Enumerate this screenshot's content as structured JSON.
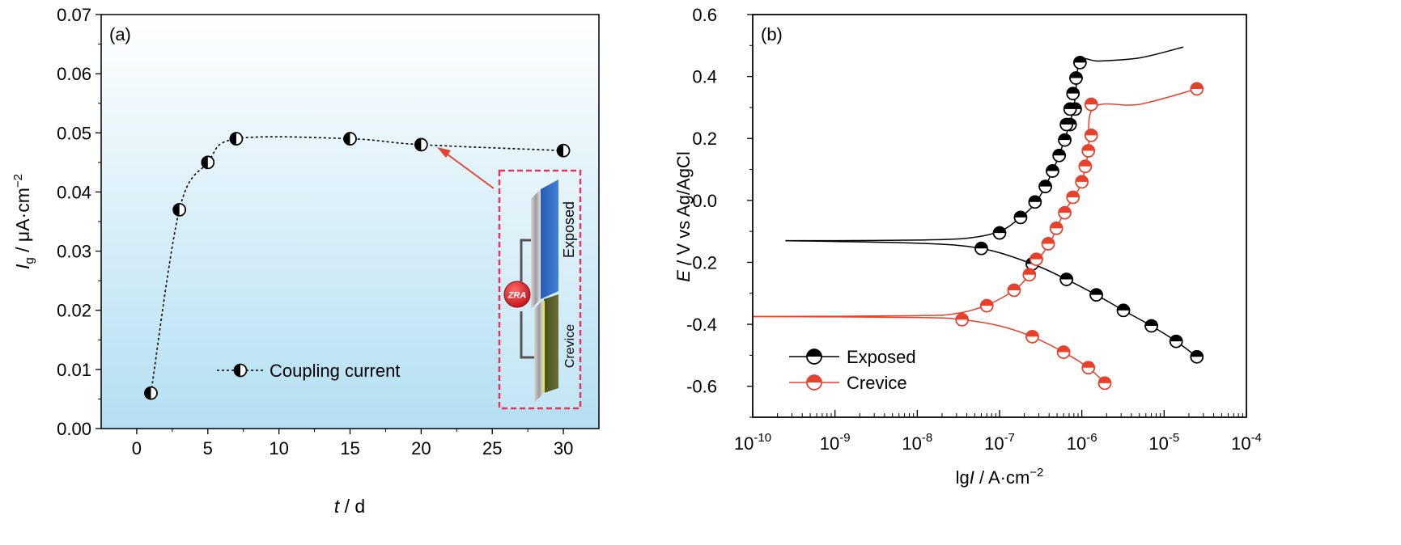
{
  "chart_data": [
    {
      "panel_label": "(a)",
      "type": "line",
      "xlabel_var": "t",
      "xlabel_unit": " / d",
      "ylabel_var": "I",
      "ylabel_sub": "g",
      "ylabel_unit": " / μA·cm",
      "ylabel_sup": "−2",
      "xlim": [
        -2.5,
        32.5
      ],
      "ylim": [
        0,
        0.07
      ],
      "xticks": [
        0,
        5,
        10,
        15,
        20,
        25,
        30
      ],
      "yticks": [
        "0.00",
        "0.01",
        "0.02",
        "0.03",
        "0.04",
        "0.05",
        "0.06",
        "0.07"
      ],
      "series": [
        {
          "name": "Coupling current",
          "x": [
            1,
            3,
            5,
            7,
            15,
            20,
            30
          ],
          "y": [
            0.006,
            0.037,
            0.045,
            0.049,
            0.049,
            0.048,
            0.047
          ]
        }
      ],
      "inset": {
        "label_exposed": "Exposed",
        "label_crevice": "Crevice",
        "zra": "ZRA"
      },
      "background": {
        "top": "#ffffff",
        "bottom": "#b3dff2"
      }
    },
    {
      "panel_label": "(b)",
      "type": "line",
      "x_scale": "log",
      "xlabel_pre": "lg",
      "xlabel_var": "I",
      "xlabel_unit": " / A·cm",
      "xlabel_sup": "−2",
      "ylabel_var": "E",
      "ylabel_unit": " / V vs Ag/AgCl",
      "xlim": [
        1e-10,
        0.0001
      ],
      "ylim": [
        -0.7,
        0.6
      ],
      "xticks": [
        {
          "base": "10",
          "exp": "-10"
        },
        {
          "base": "10",
          "exp": "-9"
        },
        {
          "base": "10",
          "exp": "-8"
        },
        {
          "base": "10",
          "exp": "-7"
        },
        {
          "base": "10",
          "exp": "-6"
        },
        {
          "base": "10",
          "exp": "-5"
        },
        {
          "base": "10",
          "exp": "-4"
        }
      ],
      "yticks": [
        "-0.6",
        "-0.4",
        "-0.2",
        "0.0",
        "0.2",
        "0.4",
        "0.6"
      ],
      "legend_position": "bottom-left",
      "series": [
        {
          "name": "Exposed",
          "color": "#000000",
          "curve_anodic": {
            "x": [
              2.5e-10,
              1e-09,
              1e-08,
              4e-08,
              1e-07,
              1.8e-07,
              2.7e-07,
              3.6e-07,
              4.4e-07,
              5.3e-07,
              6.2e-07,
              7.2e-07,
              8.3e-07,
              9.5e-07,
              1.6e-06,
              5e-06,
              1.7e-05
            ],
            "y": [
              -0.13,
              -0.13,
              -0.128,
              -0.122,
              -0.1,
              -0.055,
              -0.01,
              0.045,
              0.095,
              0.145,
              0.2,
              0.25,
              0.33,
              0.45,
              0.45,
              0.46,
              0.495
            ]
          },
          "curve_cathodic": {
            "x": [
              2.5e-10,
              1e-08,
              6e-08,
              2.5e-07,
              6.5e-07,
              1.5e-06,
              3.2e-06,
              7e-06,
              1.4e-05,
              2.5e-05
            ],
            "y": [
              -0.13,
              -0.138,
              -0.155,
              -0.205,
              -0.255,
              -0.305,
              -0.355,
              -0.405,
              -0.455,
              -0.505
            ]
          },
          "markers": {
            "x": [
              1e-07,
              1.8e-07,
              2.7e-07,
              3.6e-07,
              4.4e-07,
              5.3e-07,
              6.2e-07,
              7.2e-07,
              8.3e-07,
              9.5e-07,
              6e-08,
              2.5e-07,
              6.5e-07,
              1.5e-06,
              3.2e-06,
              7e-06,
              1.4e-05,
              2.5e-05,
              6.5e-07,
              7.2e-07,
              7.8e-07,
              8.5e-07
            ],
            "y": [
              -0.105,
              -0.055,
              -0.005,
              0.045,
              0.095,
              0.145,
              0.195,
              0.245,
              0.295,
              0.445,
              -0.155,
              -0.205,
              -0.255,
              -0.305,
              -0.355,
              -0.405,
              -0.455,
              -0.505,
              0.245,
              0.295,
              0.345,
              0.395
            ]
          }
        },
        {
          "name": "Crevice",
          "color": "#e8402a",
          "curve_anodic": {
            "x": [
              1e-10,
              1e-08,
              3e-08,
              7e-08,
              1.5e-07,
              2.3e-07,
              3e-07,
              4e-07,
              5e-07,
              6e-07,
              8e-07,
              1e-06,
              1.2e-06,
              1.4e-06,
              5e-06,
              2.5e-05
            ],
            "y": [
              -0.375,
              -0.372,
              -0.365,
              -0.338,
              -0.29,
              -0.24,
              -0.19,
              -0.14,
              -0.09,
              -0.04,
              0.01,
              0.06,
              0.16,
              0.3,
              0.31,
              0.36
            ]
          },
          "curve_cathodic": {
            "x": [
              1e-10,
              1e-08,
              3.5e-08,
              1e-07,
              2.5e-07,
              6e-07,
              1.2e-06,
              1.9e-06
            ],
            "y": [
              -0.375,
              -0.378,
              -0.385,
              -0.405,
              -0.44,
              -0.49,
              -0.54,
              -0.59
            ]
          },
          "markers": {
            "x": [
              7e-08,
              1.5e-07,
              2.3e-07,
              2.8e-07,
              3.9e-07,
              4.9e-07,
              6.2e-07,
              7.8e-07,
              1e-06,
              1.1e-06,
              1.2e-06,
              1.3e-06,
              3.5e-08,
              2.5e-07,
              6e-07,
              1.2e-06,
              1.9e-06,
              1.3e-06,
              2.5e-05
            ],
            "y": [
              -0.34,
              -0.29,
              -0.24,
              -0.19,
              -0.14,
              -0.09,
              -0.04,
              0.01,
              0.06,
              0.11,
              0.16,
              0.21,
              -0.385,
              -0.44,
              -0.49,
              -0.54,
              -0.59,
              0.31,
              0.36
            ]
          }
        }
      ]
    }
  ]
}
